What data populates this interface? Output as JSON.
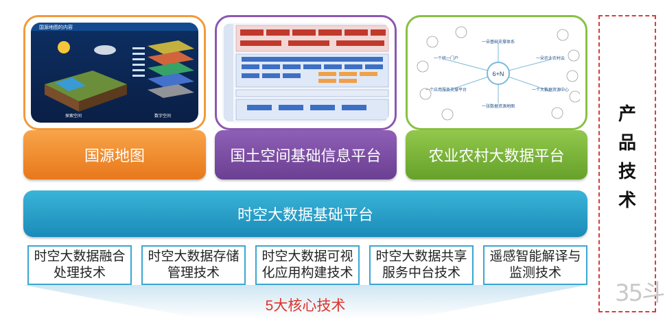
{
  "products": [
    {
      "label": "国源地图",
      "color": "#f08c2a"
    },
    {
      "label": "国土空间基础信息平台",
      "color": "#7a4aa3"
    },
    {
      "label": "农业农村大数据平台",
      "color": "#79b339"
    }
  ],
  "platform": {
    "label": "时空大数据基础平台",
    "color": "#1f9bc7"
  },
  "techniques": [
    {
      "line1": "时空大数据融合",
      "line2": "处理技术"
    },
    {
      "line1": "时空大数据存储",
      "line2": "管理技术"
    },
    {
      "line1": "时空大数据可视",
      "line2": "化应用构建技术"
    },
    {
      "line1": "时空大数据共享",
      "line2": "服务中台技术"
    },
    {
      "line1": "遥感智能解译与",
      "line2": "监测技术"
    }
  ],
  "core_label": "5大核心技术",
  "side_label": [
    "产",
    "品",
    "技",
    "术"
  ],
  "watermark": "35斗",
  "thumb_map": {
    "title": "国源地图的内容",
    "label_left": "探索空间",
    "label_right": "数字空间"
  },
  "thumb_agri": {
    "center": "6+N",
    "nodes": [
      "一朵基础支撑体系",
      "一朵农业农村云",
      "一个大数据资源中心",
      "一张数据资源地图",
      "一个应用服务支撑平台",
      "一个统一门户"
    ]
  }
}
